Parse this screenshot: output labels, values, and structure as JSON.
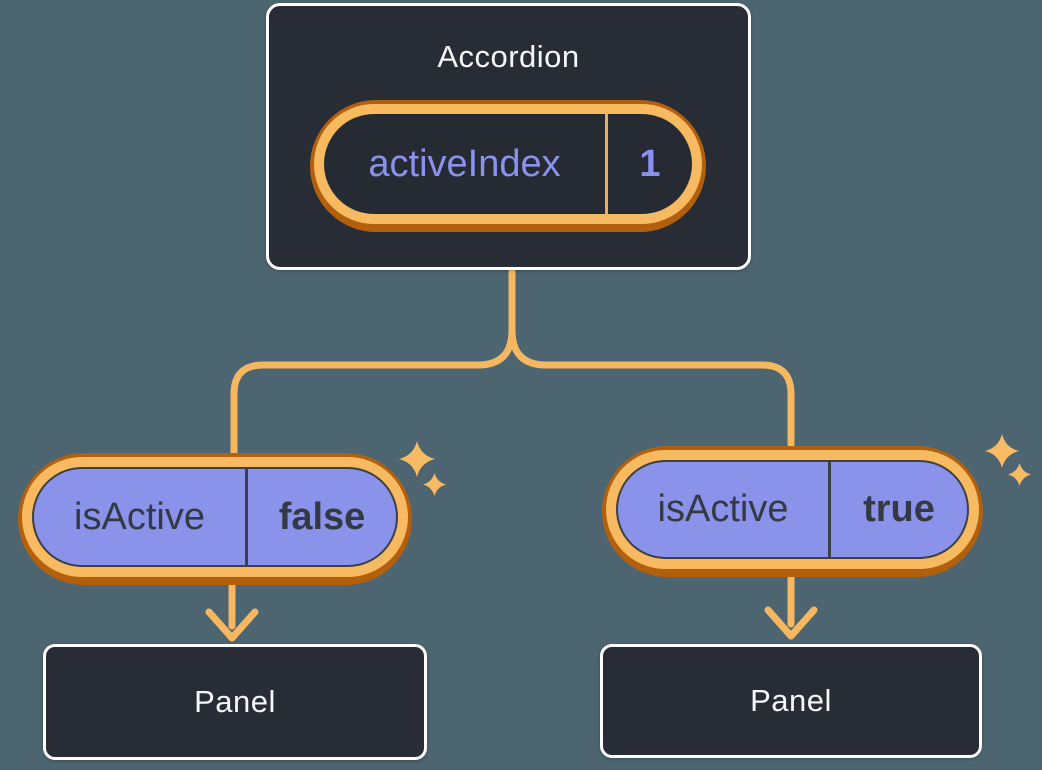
{
  "background": "#4D6570",
  "palette": {
    "background": "#4D6570",
    "card_bg": "#282D35",
    "card_border": "#FFFFFF",
    "ring_outer": "#B2600E",
    "ring_inner": "#F8BA61",
    "line": "#F5B860",
    "sparkle": "#F8BB63",
    "divider_orange": "#F2AC55",
    "pill_navy": "#262B33",
    "pill_purple": "#8B92E9",
    "pill_stroke": "#3A4048",
    "purple_text": "#8A91EE",
    "dark_text": "#343A44",
    "light_text": "#F5F6F7"
  },
  "root": {
    "title": "Accordion",
    "state": {
      "name": "activeIndex",
      "value": "1"
    }
  },
  "children": [
    {
      "id": "left",
      "state": {
        "name": "isActive",
        "value": "false"
      },
      "panel_label": "Panel"
    },
    {
      "id": "right",
      "state": {
        "name": "isActive",
        "value": "true"
      },
      "panel_label": "Panel"
    }
  ],
  "icons": {
    "sparkle": "✦",
    "arrow": "↓"
  }
}
